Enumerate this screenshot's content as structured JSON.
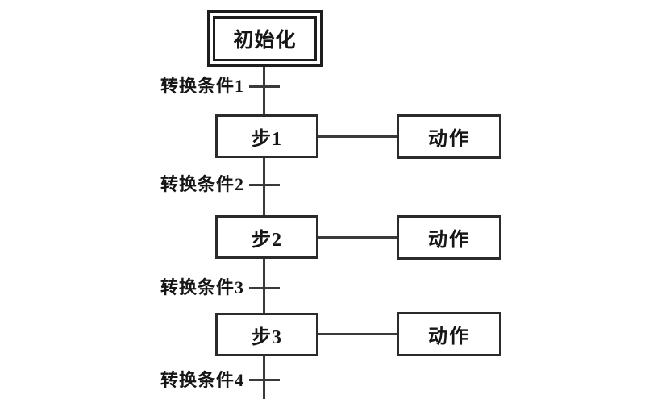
{
  "diagram": {
    "type": "sfc-flowchart",
    "initial_step": {
      "label": "初始化"
    },
    "rows": [
      {
        "step": "步1",
        "action": "动作"
      },
      {
        "step": "步2",
        "action": "动作"
      },
      {
        "step": "步3",
        "action": "动作"
      }
    ],
    "transitions": [
      {
        "label": "转换条件1"
      },
      {
        "label": "转换条件2"
      },
      {
        "label": "转换条件3"
      },
      {
        "label": "转换条件4"
      }
    ],
    "colors": {
      "background": "#ffffff",
      "line": "#3a3a3a",
      "text": "#161616"
    }
  }
}
